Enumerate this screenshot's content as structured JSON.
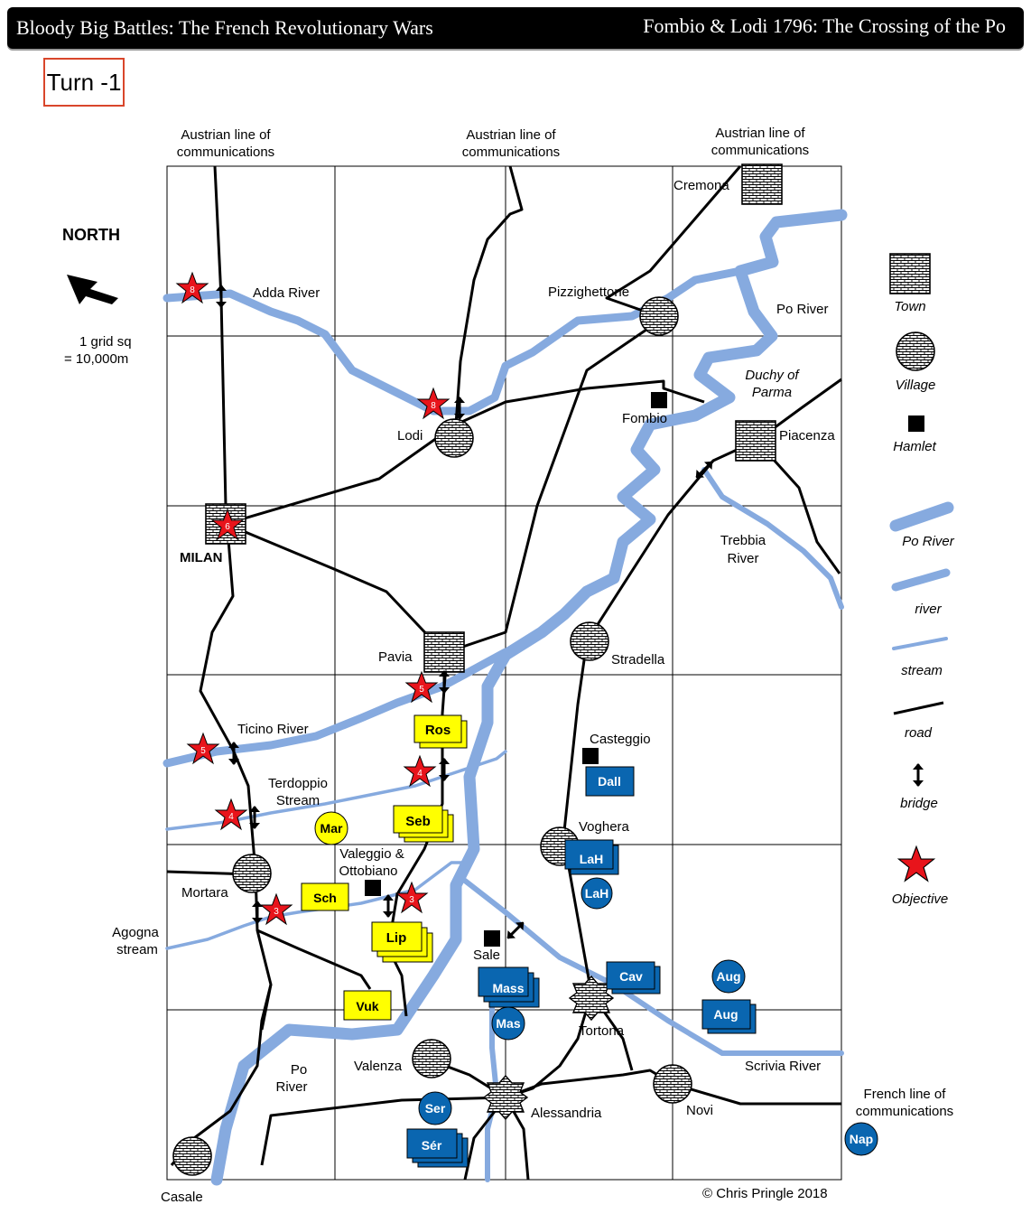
{
  "banner": {
    "left_title": "Bloody Big Battles: The French   Revolutionary Wars",
    "right_title": "Fombio & Lodi 1796: The Crossing of the Po"
  },
  "turn_label": "Turn -1",
  "compass": {
    "label": "NORTH"
  },
  "scale": {
    "line1": "1 grid sq",
    "line2": "= 10,000m"
  },
  "lines_of_comm": {
    "austrian_label_line1": "Austrian line of",
    "austrian_label_line2": "communications",
    "french_label_line1": "French line of",
    "french_label_line2": "communications"
  },
  "places": {
    "cremona": "Cremona",
    "pizzighettone": "Pizzighettone",
    "po_river_ne": "Po River",
    "duchy_line1": "Duchy of",
    "duchy_line2": "Parma",
    "fombio": "Fombio",
    "piacenza": "Piacenza",
    "adda_river": "Adda River",
    "lodi": "Lodi",
    "milan": "MILAN",
    "trebbia_line1": "Trebbia",
    "trebbia_line2": "River",
    "pavia": "Pavia",
    "stradella": "Stradella",
    "ticino_river": "Ticino River",
    "terdoppio_line1": "Terdoppio",
    "terdoppio_line2": "Stream",
    "casteggio": "Casteggio",
    "voghera": "Voghera",
    "valeggio_line1": "Valeggio &",
    "valeggio_line2": "Ottobiano",
    "mortara": "Mortara",
    "agogna_line1": "Agogna",
    "agogna_line2": "stream",
    "sale": "Sale",
    "tortona": "Tortona",
    "po_river_sw_line1": "Po",
    "po_river_sw_line2": "River",
    "valenza": "Valenza",
    "scrivia_river": "Scrivia River",
    "alessandria": "Alessandria",
    "novi": "Novi",
    "casale": "Casale"
  },
  "objectives": [
    "8",
    "8",
    "6",
    "5",
    "5",
    "4",
    "4",
    "3",
    "3"
  ],
  "units": {
    "austrian": [
      "Ros",
      "Seb",
      "Mar",
      "Sch",
      "Lip",
      "Vuk"
    ],
    "french": [
      "Dall",
      "LaH",
      "LaH",
      "Mass",
      "Mas",
      "Cav",
      "Aug",
      "Aug",
      "Ser",
      "Sér",
      "Nap"
    ]
  },
  "legend": {
    "town": "Town",
    "village": "Village",
    "hamlet": "Hamlet",
    "po_river": "Po River",
    "river": "river",
    "stream": "stream",
    "road": "road",
    "bridge": "bridge",
    "objective": "Objective"
  },
  "copyright": "© Chris Pringle 2018",
  "colors": {
    "river": "#86aadf",
    "austrian_unit": "#ffff00",
    "french_unit": "#0a66b0",
    "objective": "#e8141b",
    "road": "#000000"
  }
}
